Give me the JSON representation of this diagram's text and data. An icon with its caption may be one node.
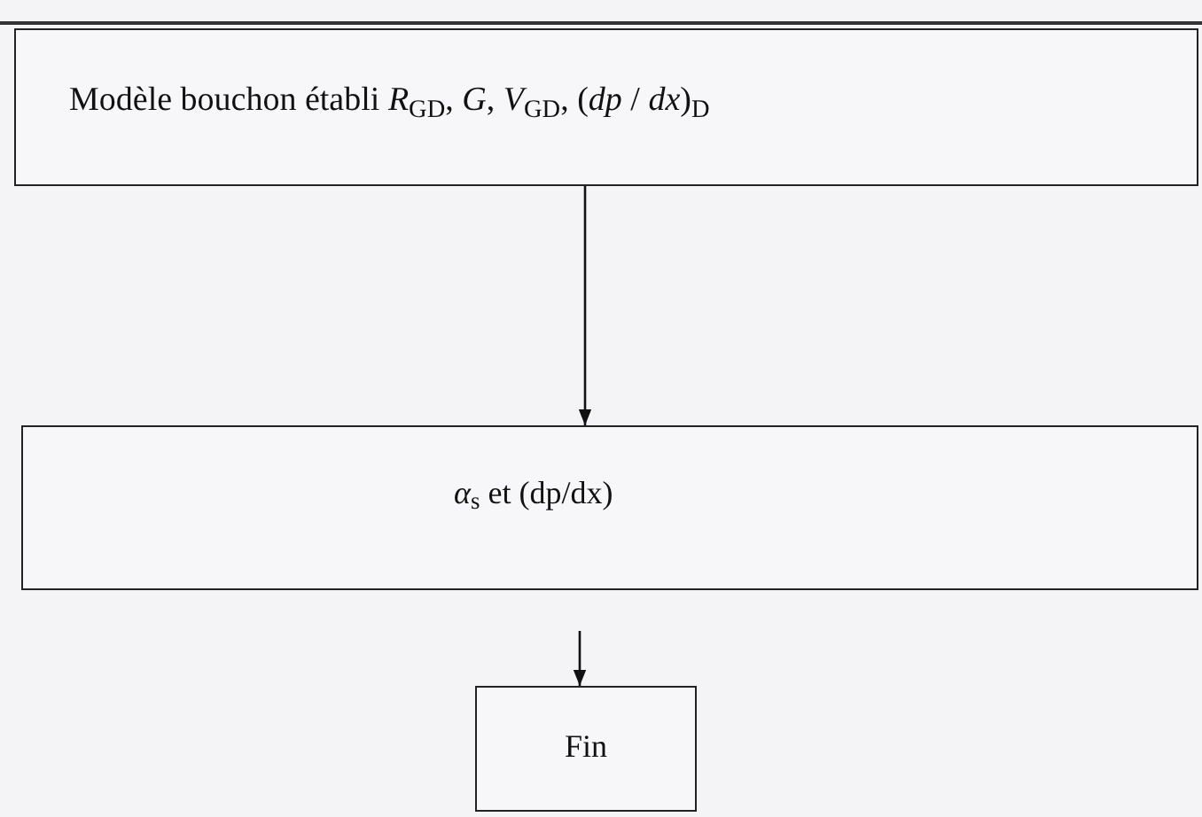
{
  "diagram": {
    "nodes": [
      {
        "text": [
          "Modèle bouchon établi *R*$_{GD}$, *G*, *V*$_{GD}$, (*dp* / *dx*)$_{D}$"
        ]
      },
      {
        "text": [
          "*α*$_{s}$ et (dp/dx)"
        ]
      },
      {
        "text": [
          "Fin"
        ]
      }
    ],
    "edges": [
      {
        "from": 0,
        "to": 1,
        "arrow": "to"
      },
      {
        "from": 1,
        "to": 2,
        "arrow": "to"
      }
    ]
  }
}
